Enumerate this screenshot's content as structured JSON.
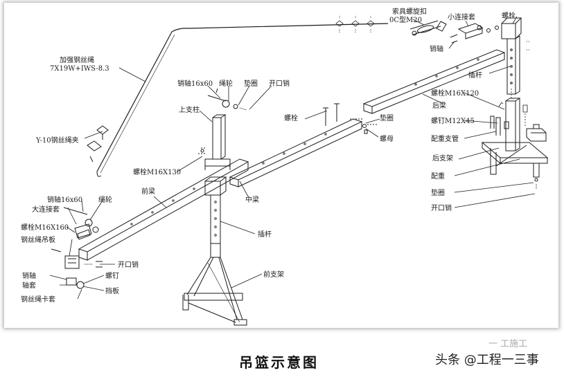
{
  "caption": "吊篮示意图",
  "watermark": "头条 @工程一三事",
  "watermark_faint": "一 工施工",
  "labels": {
    "rope_lock": "索具螺旋扣",
    "oc_m20": "0C型M20",
    "small_sleeve": "小连接套",
    "bolt_top": "螺栓",
    "pin_top": "销轴",
    "rod_right": "插杆",
    "bolt_m16x120": "螺栓M16X120",
    "rear_beam": "后梁",
    "screw_m12x45": "螺钉M12X45",
    "counterweight_tube": "配重支管",
    "rear_frame": "后支架",
    "counterweight": "配重",
    "washer_right": "垫圈",
    "split_pin_right": "开口销",
    "wire_rope": "加强钢丝绳",
    "wire_spec": "7X19W+IWS-8.3",
    "clip": "Y-10钢丝绳夹",
    "pin_16x60_a": "销轴16x60",
    "pulley_a": "绳轮",
    "washer_a": "垫圈",
    "split_pin_a": "开口销",
    "upper_post": "上支柱",
    "bolt_m16x130": "螺栓M16X130",
    "bolt_mid": "螺栓",
    "washer_mid": "垫圈",
    "nut_mid": "螺母",
    "front_beam": "前梁",
    "mid_beam": "中梁",
    "rod_mid": "插杆",
    "front_frame": "前支架",
    "pin_16x60_b": "销轴16x60",
    "pulley_b": "绳轮",
    "big_sleeve": "大连接套",
    "bolt_m16x160": "螺栓M16X160",
    "rope_hanger": "钢丝绳吊板",
    "split_pin_b": "开口销",
    "screw_b": "螺钉",
    "pin_b": "销轴",
    "axle_sleeve": "轴套",
    "clamp_board": "挡板",
    "rope_clamp": "钢丝绳卡套"
  }
}
